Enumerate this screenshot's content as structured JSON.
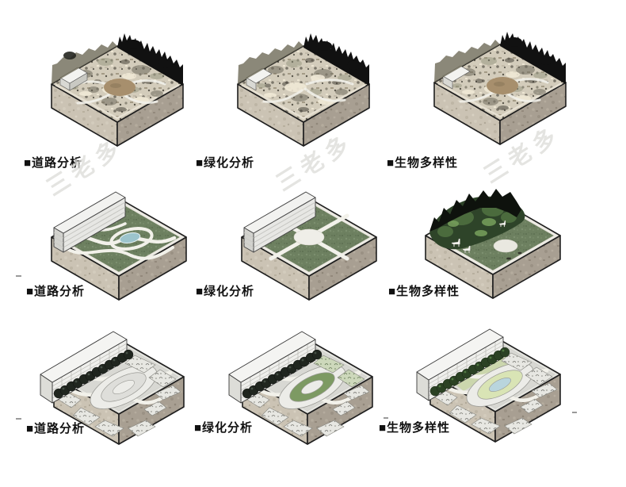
{
  "page": {
    "background": "#ffffff"
  },
  "cells": [
    {
      "row": 1,
      "col": 1,
      "label": "■道路分析",
      "scene": "existing-site-rubble-with-clearing"
    },
    {
      "row": 1,
      "col": 2,
      "label": "■绿化分析",
      "scene": "existing-site-rubble"
    },
    {
      "row": 1,
      "col": 3,
      "label": "■生物多样性",
      "scene": "existing-site-rubble-with-clearing"
    },
    {
      "row": 2,
      "col": 1,
      "label": "■道路分析",
      "scene": "concept-block-curved-paths-pond-building"
    },
    {
      "row": 2,
      "col": 2,
      "label": "■绿化分析",
      "scene": "concept-block-lawn-cross-paths-building"
    },
    {
      "row": 2,
      "col": 3,
      "label": "■生物多样性",
      "scene": "concept-block-forest-deer-animals"
    },
    {
      "row": 3,
      "col": 1,
      "label": "■道路分析",
      "scene": "masterplan-block-paths-gray"
    },
    {
      "row": 3,
      "col": 2,
      "label": "■绿化分析",
      "scene": "masterplan-block-green-lawns"
    },
    {
      "row": 3,
      "col": 3,
      "label": "■生物多样性",
      "scene": "masterplan-block-trees-pond"
    }
  ],
  "watermark": {
    "text": "三老多"
  },
  "colors": {
    "label_text": "#111111",
    "watermark": "#dcdcd8",
    "outline": "#1f1f1f",
    "base_left": "#cbc3b4",
    "base_right": "#a89f92",
    "rubble_base": "#d3ccbb",
    "clearing_brown": "#a78f6d",
    "grass_green": "#6d8060",
    "path_white": "#f2f1ea",
    "pond_blue": "#9cc4cc",
    "tree_ink": "#20261f",
    "tree_green": "#2b4224",
    "ground_gray": "#d8d8d3",
    "lawn_green": "#7d9a63",
    "pale_lawn": "#d9e4b5",
    "pond_light": "#b9d5dd",
    "building_white": "#f2f2f0"
  }
}
